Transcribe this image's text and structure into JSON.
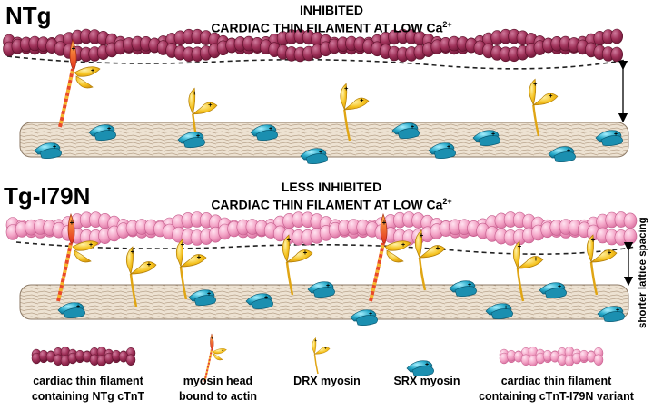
{
  "panels": {
    "ntg": {
      "label": "NTg",
      "title_line1": "INHIBITED",
      "title_line2_prefix": "CARDIAC THIN FILAMENT AT LOW Ca",
      "title_sup": "2+"
    },
    "tg": {
      "label": "Tg-I79N",
      "title_line1": "LESS INHIBITED",
      "title_line2_prefix": "CARDIAC THIN FILAMENT AT LOW Ca",
      "title_sup": "2+",
      "side_label": "shorter lattice spacing"
    }
  },
  "legend": {
    "ntg_filament": {
      "line1": "cardiac thin filament",
      "line2": "containing NTg cTnT"
    },
    "bound_head": {
      "line1": "myosin head",
      "line2": "bound to actin"
    },
    "drx": {
      "line1": "DRX myosin"
    },
    "srx": {
      "line1": "SRX myosin"
    },
    "tg_filament": {
      "line1": "cardiac thin filament",
      "line2": "containing cTnT-I79N variant"
    }
  },
  "icons": {
    "plus": "+"
  },
  "colors": {
    "ntg_actin": "#9e3058",
    "tg_actin": "#f4a6c8",
    "thick_filament": "#e9dcc9",
    "drx_myosin": "#f2b71c",
    "srx_myosin": "#1fa3c4",
    "bound_myosin": "#e8472a"
  }
}
